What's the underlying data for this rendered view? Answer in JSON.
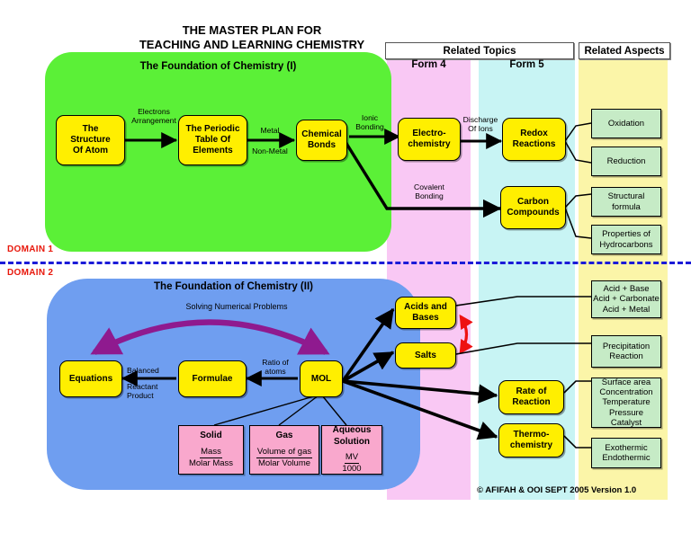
{
  "title": "THE MASTER PLAN FOR\nTEACHING AND LEARNING CHEMISTRY",
  "headers": {
    "related_topics": "Related Topics",
    "related_aspects": "Related Aspects",
    "form4": "Form 4",
    "form5": "Form 5"
  },
  "domains": {
    "domain1_label": "DOMAIN 1",
    "domain2_label": "DOMAIN 2",
    "green_title": "The Foundation of Chemistry (I)",
    "blue_title": "The Foundation of Chemistry (II)"
  },
  "domain1": {
    "nodes": [
      {
        "id": "structure-of-atom",
        "lines": [
          "The",
          "Structure",
          "Of Atom"
        ]
      },
      {
        "id": "periodic-table",
        "lines": [
          "The Periodic",
          "Table Of",
          "Elements"
        ]
      },
      {
        "id": "chemical-bonds",
        "lines": [
          "Chemical",
          "Bonds"
        ]
      },
      {
        "id": "electrochemistry",
        "lines": [
          "Electro-",
          "chemistry"
        ]
      },
      {
        "id": "redox-reactions",
        "lines": [
          "Redox",
          "Reactions"
        ]
      },
      {
        "id": "carbon-compounds",
        "lines": [
          "Carbon",
          "Compounds"
        ]
      }
    ],
    "edge_labels": {
      "electrons_arrangement": "Electrons\nArrangement",
      "metal": "Metal",
      "non_metal": "Non-Metal",
      "ionic_bonding": "Ionic\nBonding",
      "covalent_bonding": "Covalent\nBonding",
      "discharge_of_ions": "Discharge\nOf Ions"
    },
    "aspects": [
      {
        "id": "oxidation",
        "lines": [
          "Oxidation"
        ]
      },
      {
        "id": "reduction",
        "lines": [
          "Reduction"
        ]
      },
      {
        "id": "structural-formula",
        "lines": [
          "Structural",
          "formula"
        ]
      },
      {
        "id": "properties-of-hydrocarbons",
        "lines": [
          "Properties of",
          "Hydrocarbons"
        ]
      }
    ]
  },
  "domain2": {
    "nodes": [
      {
        "id": "equations",
        "lines": [
          "Equations"
        ]
      },
      {
        "id": "formulae",
        "lines": [
          "Formulae"
        ]
      },
      {
        "id": "mol",
        "lines": [
          "MOL"
        ]
      },
      {
        "id": "acids-and-bases",
        "lines": [
          "Acids and",
          "Bases"
        ]
      },
      {
        "id": "salts",
        "lines": [
          "Salts"
        ]
      },
      {
        "id": "rate-of-reaction",
        "lines": [
          "Rate of",
          "Reaction"
        ]
      },
      {
        "id": "thermochemistry",
        "lines": [
          "Thermo-",
          "chemistry"
        ]
      }
    ],
    "edge_labels": {
      "solving_numerical_problems": "Solving Numerical Problems",
      "balanced": "Balanced",
      "reactant_product": "Reactant\nProduct",
      "ratio_of_atoms": "Ratio of\natoms"
    },
    "state_boxes": [
      {
        "id": "solid",
        "title": "Solid",
        "numerator": "Mass",
        "denominator": "Molar Mass"
      },
      {
        "id": "gas",
        "title": "Gas",
        "numerator": "Volume of gas",
        "denominator": "Molar  Volume"
      },
      {
        "id": "aqueous-solution",
        "title": "Aqueous\nSolution",
        "numerator": "MV",
        "denominator": "1000"
      }
    ],
    "aspects": [
      {
        "id": "acid-reactions",
        "lines": [
          "Acid + Base",
          "Acid + Carbonate",
          "Acid + Metal"
        ]
      },
      {
        "id": "precipitation-reaction",
        "lines": [
          "Precipitation",
          "Reaction"
        ]
      },
      {
        "id": "rate-factors",
        "lines": [
          "Surface area",
          "Concentration",
          "Temperature",
          "Pressure",
          "Catalyst"
        ]
      },
      {
        "id": "thermochemistry-aspects",
        "lines": [
          "Exothermic",
          "Endothermic"
        ]
      }
    ]
  },
  "copyright": "© AFIFAH & OOI SEPT 2005 Version 1.0",
  "colors": {
    "green_region": "#5bf037",
    "blue_region": "#6f9ef0",
    "band_pink": "#f9c8f4",
    "band_cyan": "#c8f4f4",
    "band_yellow": "#fbf5a8",
    "node_yellow": "#ffef00",
    "node_green": "#c6ebc6",
    "node_pink": "#f9a8cd",
    "domain_label": "#e8170b",
    "divider": "#1b1bd8",
    "purple_arrow": "#8f1a8f",
    "red_arrow": "#ee1111"
  }
}
